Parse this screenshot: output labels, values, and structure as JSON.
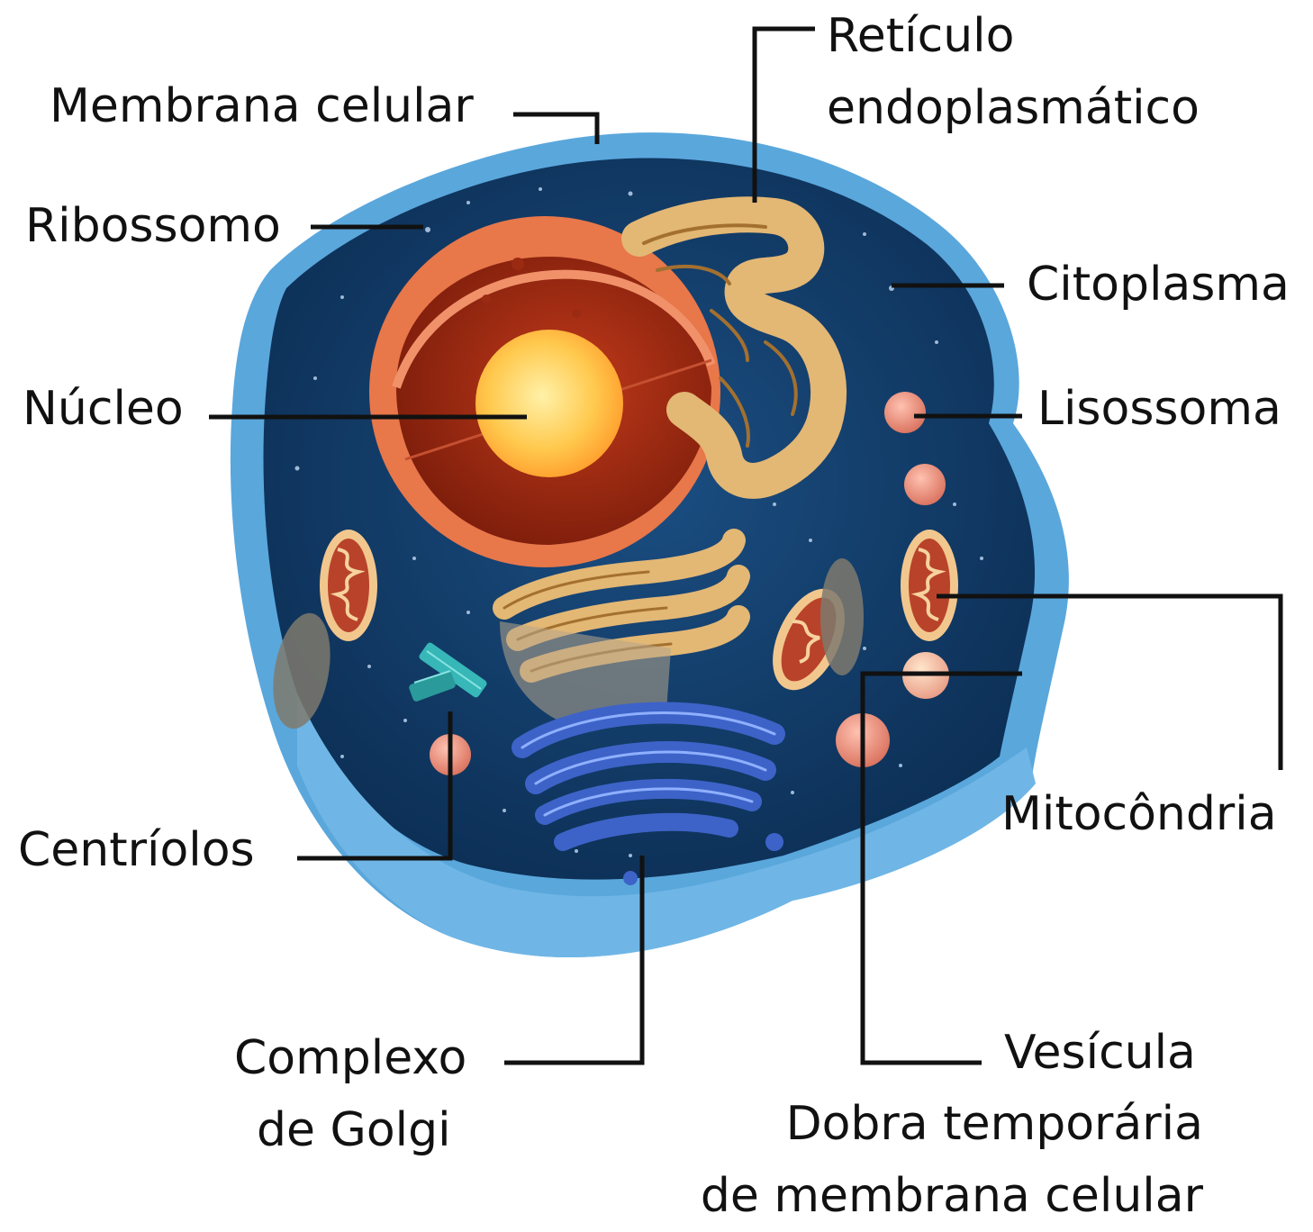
{
  "labels": {
    "membrana_celular": "Membrana celular",
    "ribossomo": "Ribossomo",
    "nucleo": "Núcleo",
    "centriolos": "Centríolos",
    "complexo_golgi_1": "Complexo",
    "complexo_golgi_2": "de Golgi",
    "reticulo_1": "Retículo",
    "reticulo_2": "endoplasmático",
    "citoplasma": "Citoplasma",
    "lisossoma": "Lisossoma",
    "mitocondria": "Mitocôndria",
    "vesicula": "Vesícula",
    "dobra_1": "Dobra temporária",
    "dobra_2": "de membrana celular"
  },
  "colors": {
    "membrane": "#5aa7dc",
    "cytoplasm": "#0f3a66",
    "nucleus_outer": "#e8774a",
    "nucleus_inner": "#9a2a12",
    "nucleolus": "#ffc34a",
    "er": "#e3b774",
    "golgi": "#3d63c8",
    "mitochondria": "#c65a3c",
    "lysosome": "#e58a78",
    "centriole": "#37b7b7",
    "leader_line": "#111111"
  }
}
